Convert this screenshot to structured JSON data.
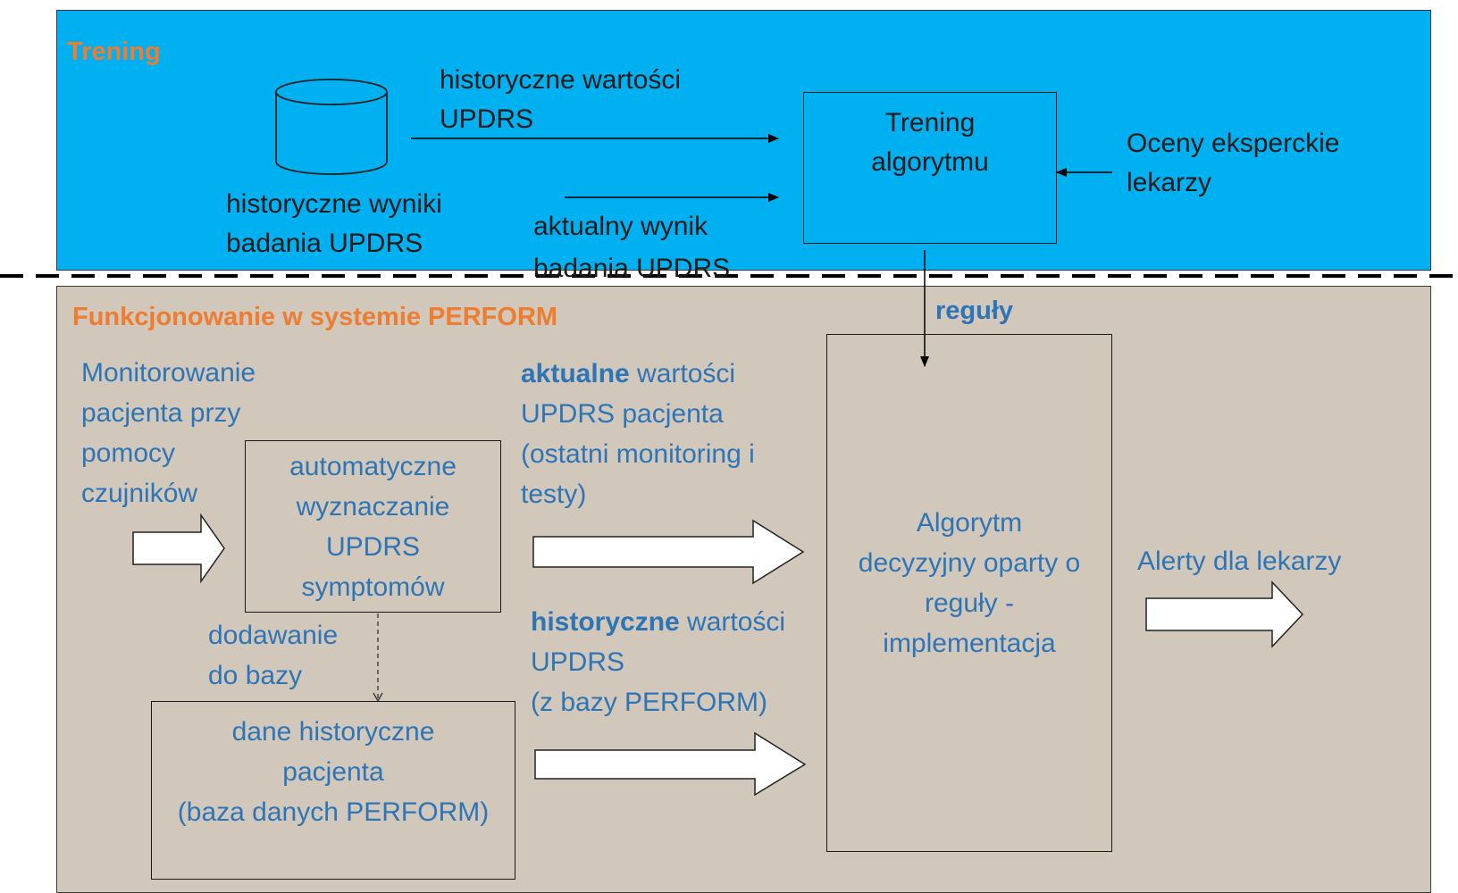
{
  "training": {
    "section_title": "Trening",
    "historical_values_label": [
      "historyczne wartości",
      "UPDRS"
    ],
    "historical_results_label": [
      "historyczne wyniki",
      "badania UPDRS"
    ],
    "current_result_label": [
      "aktualny wynik",
      "badania UPDRS"
    ],
    "training_box_label": [
      "Trening",
      "algorytmu"
    ],
    "expert_label": [
      "Oceny eksperckie",
      "lekarzy"
    ]
  },
  "rules_label": "reguły",
  "operation": {
    "section_title": "Funkcjonowanie w systemie PERFORM",
    "monitoring_label": [
      "Monitorowanie",
      "pacjenta przy",
      "pomocy",
      "czujników"
    ],
    "auto_box_label": [
      "automatyczne",
      "wyznaczanie",
      "UPDRS",
      "symptomów"
    ],
    "adding_label": [
      "dodawanie",
      "do bazy"
    ],
    "history_box_label": [
      "dane historyczne",
      "pacjenta",
      "(baza danych PERFORM)"
    ],
    "current_values": {
      "bold": "aktualne",
      "rest": " wartości",
      "lines": [
        "UPDRS pacjenta",
        "(ostatni monitoring i",
        "testy)"
      ]
    },
    "historical_values": {
      "bold": "historyczne",
      "rest": " wartości",
      "lines": [
        "UPDRS",
        "(z bazy PERFORM)"
      ]
    },
    "algorithm_box_label": [
      "Algorytm",
      "decyzyjny oparty o",
      "reguły -",
      "implementacja"
    ],
    "alerts_label": "Alerty dla lekarzy"
  },
  "colors": {
    "training_bg": "#00b0f0",
    "operation_bg": "#d1c7bb",
    "title_orange": "#ed7d31",
    "text_blue": "#2e75b6"
  }
}
